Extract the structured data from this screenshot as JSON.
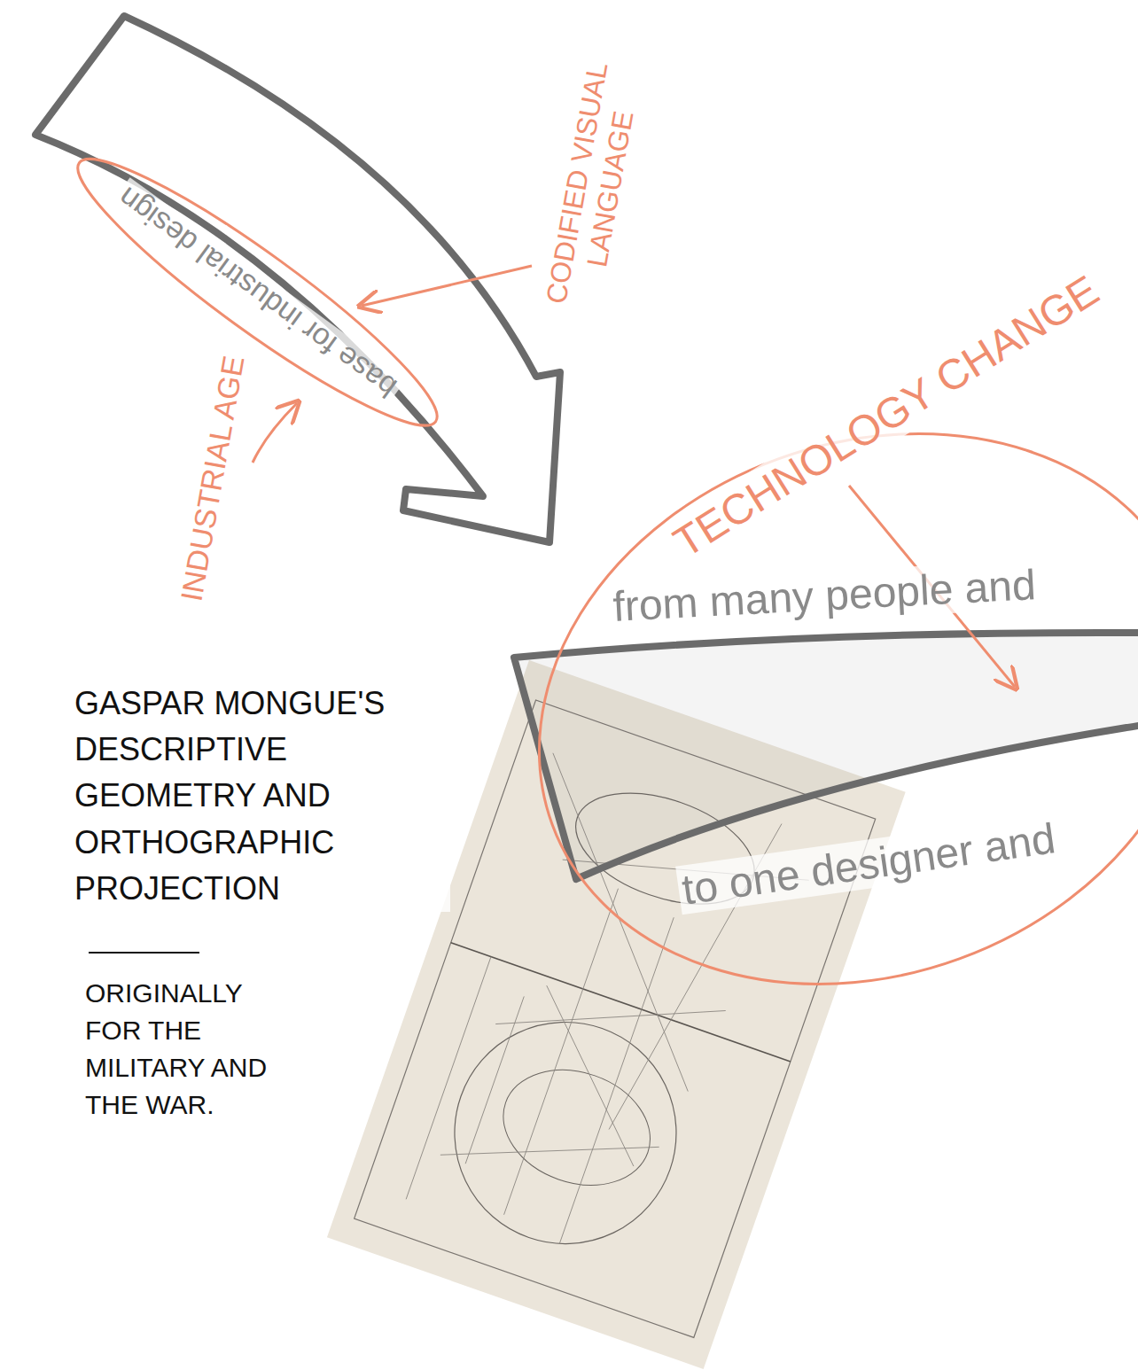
{
  "diagram": {
    "nodes": [
      {
        "text": [
          "base for industrial design"
        ]
      },
      {
        "text": [
          "from many people and",
          "to one designer and"
        ]
      }
    ],
    "labels": [
      "INDUSTRIAL AGE",
      "CODIFIED VISUAL LANGUAGE",
      "TECHNOLOGY CHANGE",
      "GASPAR MONGUE'S DESCRIPTIVE GEOMETRY AND ORTHOGRAPHIC PROJECTION",
      "ORIGINALLY FOR THE MILITARY AND THE WAR."
    ]
  }
}
